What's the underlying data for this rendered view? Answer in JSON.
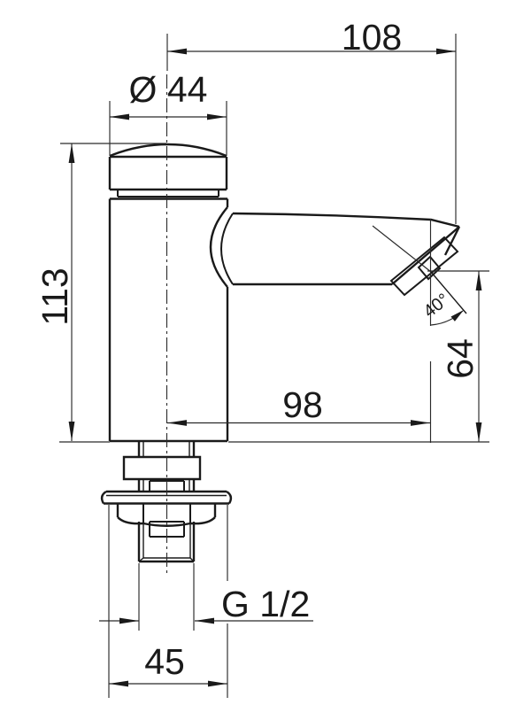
{
  "drawing": {
    "background": "#ffffff",
    "ink": "#1a1a1a",
    "labels": {
      "spout_reach": "108",
      "cap_diameter": "Ø 44",
      "total_height": "113",
      "outlet_reach": "98",
      "outlet_height": "64",
      "outlet_angle": "40°",
      "thread_size": "G 1/2",
      "base_width": "45"
    }
  }
}
